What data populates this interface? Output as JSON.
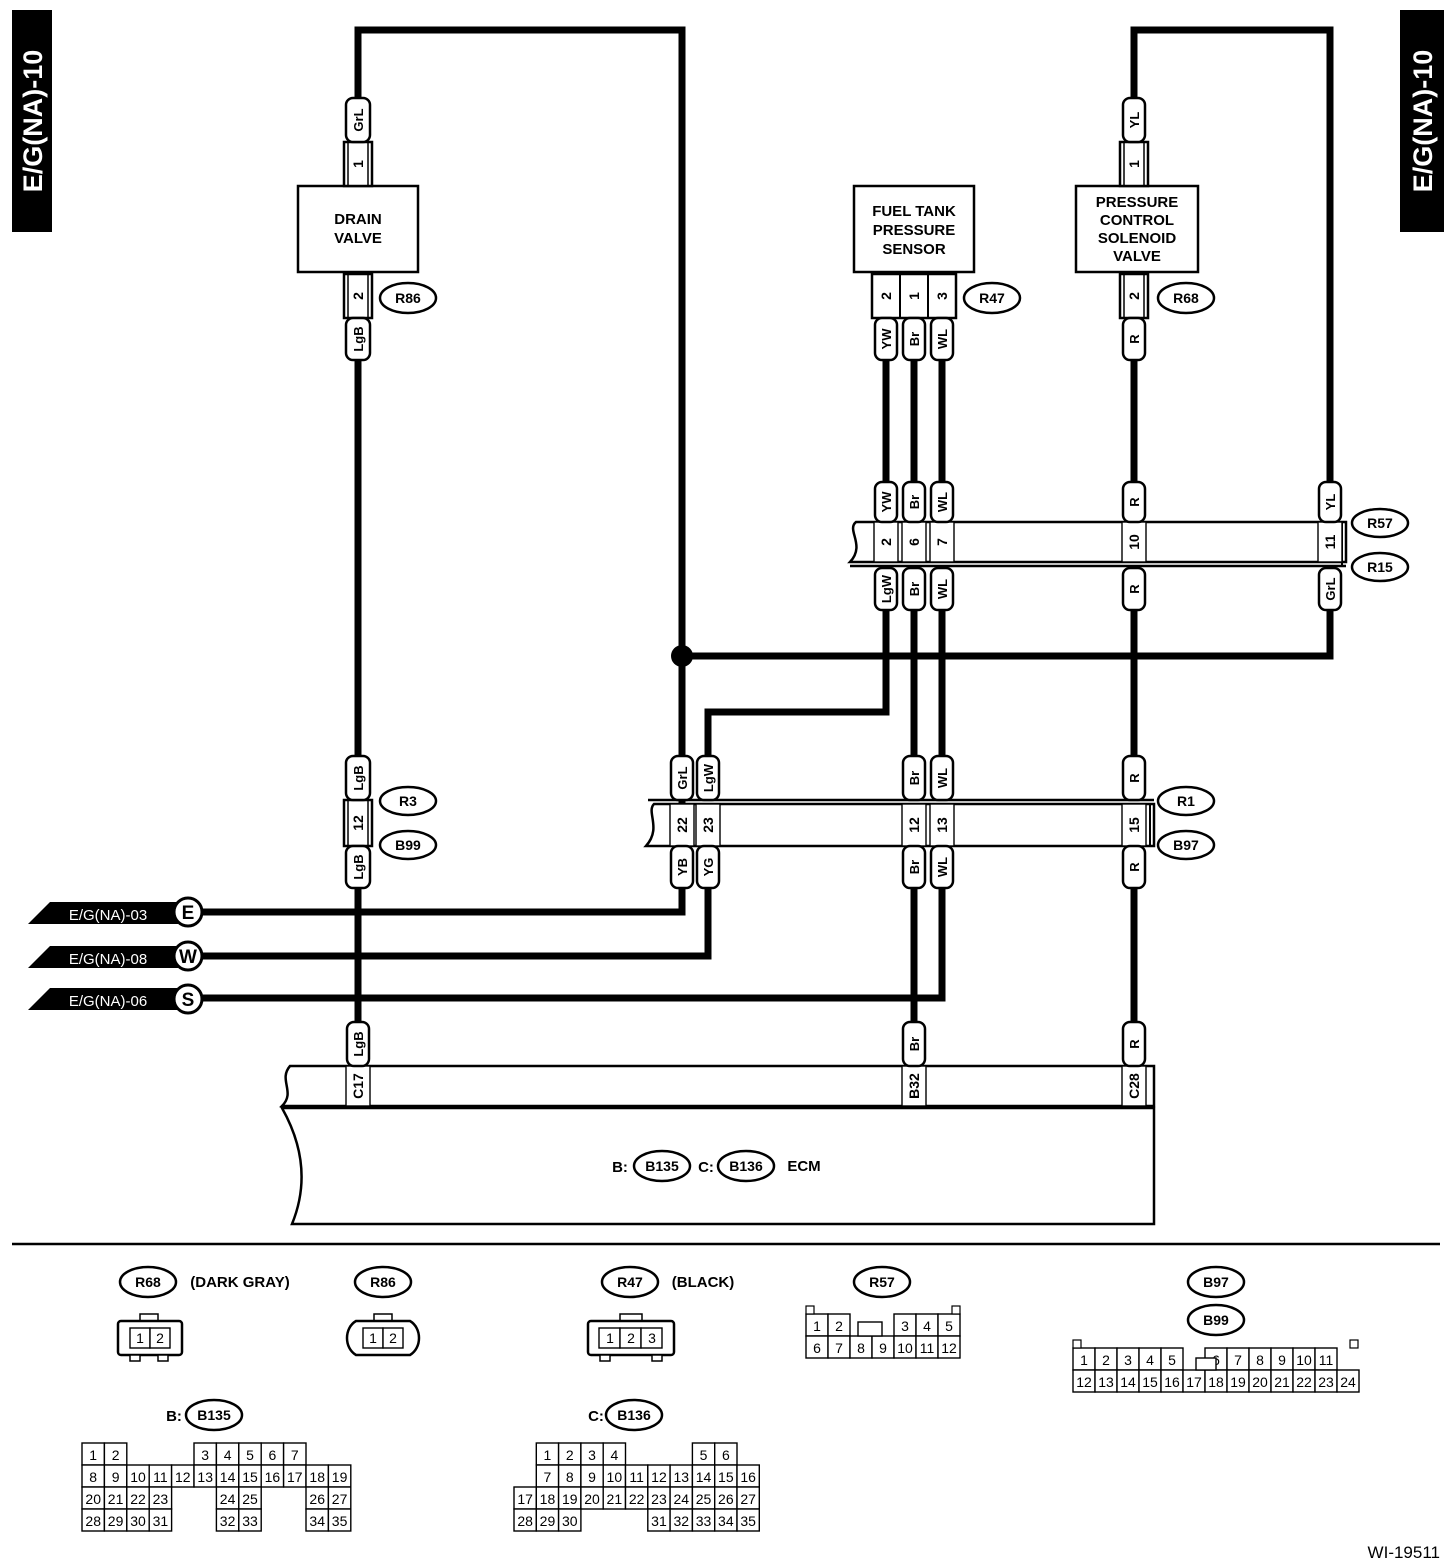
{
  "page_tag": "E/G(NA)-10",
  "figure_id": "WI-19511",
  "components": {
    "drain_valve": {
      "title": [
        "DRAIN",
        "VALVE"
      ],
      "connector": "R86",
      "pins": [
        "1",
        "2"
      ],
      "wires": [
        "GrL",
        "LgB"
      ]
    },
    "fuel_tank_pressure_sensor": {
      "title": [
        "FUEL TANK",
        "PRESSURE",
        "SENSOR"
      ],
      "connector": "R47",
      "pins": [
        "2",
        "1",
        "3"
      ],
      "wires": [
        "YW",
        "Br",
        "WL"
      ]
    },
    "pressure_control_solenoid_valve": {
      "title": [
        "PRESSURE",
        "CONTROL",
        "SOLENOID",
        "VALVE"
      ],
      "connector": "R68",
      "pins": [
        "1",
        "2"
      ],
      "wires": [
        "YL",
        "R"
      ]
    },
    "ecm": {
      "label": "ECM",
      "prefix_b": "B:",
      "connector_b": "B135",
      "prefix_c": "C:",
      "connector_c": "B136",
      "pins": [
        "C17",
        "B32",
        "C28"
      ],
      "wires": [
        "LgB",
        "Br",
        "R"
      ]
    }
  },
  "junction_r57_r15": {
    "top": "R57",
    "bottom": "R15",
    "pins": [
      "2",
      "6",
      "7",
      "10",
      "11"
    ],
    "wires_top": [
      "YW",
      "Br",
      "WL",
      "R",
      "YL"
    ],
    "wires_bottom": [
      "LgW",
      "Br",
      "WL",
      "R",
      "GrL"
    ]
  },
  "junction_r1_b97": {
    "top": "R1",
    "bottom": "B97",
    "pins": [
      "22",
      "23",
      "12",
      "13",
      "15"
    ],
    "wires_top": [
      "GrL",
      "LgW",
      "Br",
      "WL",
      "R"
    ],
    "wires_bottom": [
      "YB",
      "YG",
      "Br",
      "WL",
      "R"
    ]
  },
  "junction_r3_b99": {
    "top": "R3",
    "bottom": "B99",
    "pin": "12",
    "wire_top": "LgB",
    "wire_bottom": "LgB"
  },
  "offpage": [
    {
      "ref": "E/G(NA)-03",
      "letter": "E"
    },
    {
      "ref": "E/G(NA)-08",
      "letter": "W"
    },
    {
      "ref": "E/G(NA)-06",
      "letter": "S"
    }
  ],
  "connector_views": {
    "r68": {
      "name": "R68",
      "note": "(DARK GRAY)",
      "cells": [
        "1",
        "2"
      ]
    },
    "r86": {
      "name": "R86",
      "cells": [
        "1",
        "2"
      ]
    },
    "r47": {
      "name": "R47",
      "note": "(BLACK)",
      "cells": [
        "1",
        "2",
        "3"
      ]
    },
    "r57": {
      "name": "R57",
      "rows": [
        [
          "1",
          "2",
          "",
          "3",
          "4",
          "5"
        ],
        [
          "6",
          "7",
          "8",
          "9",
          "10",
          "11",
          "12"
        ]
      ]
    },
    "b97_b99": {
      "names": [
        "B97",
        "B99"
      ],
      "rows": [
        [
          "1",
          "2",
          "3",
          "4",
          "5",
          "",
          "6",
          "7",
          "8",
          "9",
          "10",
          "11"
        ],
        [
          "12",
          "13",
          "14",
          "15",
          "16",
          "17",
          "18",
          "19",
          "20",
          "21",
          "22",
          "23",
          "24"
        ]
      ]
    },
    "b135": {
      "prefix": "B:",
      "name": "B135",
      "rows": [
        [
          "1",
          "2",
          "3",
          "4",
          "5",
          "6",
          "7"
        ],
        [
          "8",
          "9",
          "10",
          "11",
          "12",
          "13",
          "14",
          "15",
          "16",
          "17",
          "18",
          "19"
        ],
        [
          "20",
          "21",
          "22",
          "23",
          "24",
          "25",
          "26",
          "27"
        ],
        [
          "28",
          "29",
          "30",
          "31",
          "32",
          "33",
          "34",
          "35"
        ]
      ]
    },
    "b136": {
      "prefix": "C:",
      "name": "B136",
      "rows": [
        [
          "1",
          "2",
          "3",
          "4",
          "5",
          "6"
        ],
        [
          "7",
          "8",
          "9",
          "10",
          "11",
          "12",
          "13",
          "14",
          "15",
          "16"
        ],
        [
          "17",
          "18",
          "19",
          "20",
          "21",
          "22",
          "23",
          "24",
          "25",
          "26",
          "27"
        ],
        [
          "28",
          "29",
          "30",
          "31",
          "32",
          "33",
          "34",
          "35"
        ]
      ]
    }
  }
}
